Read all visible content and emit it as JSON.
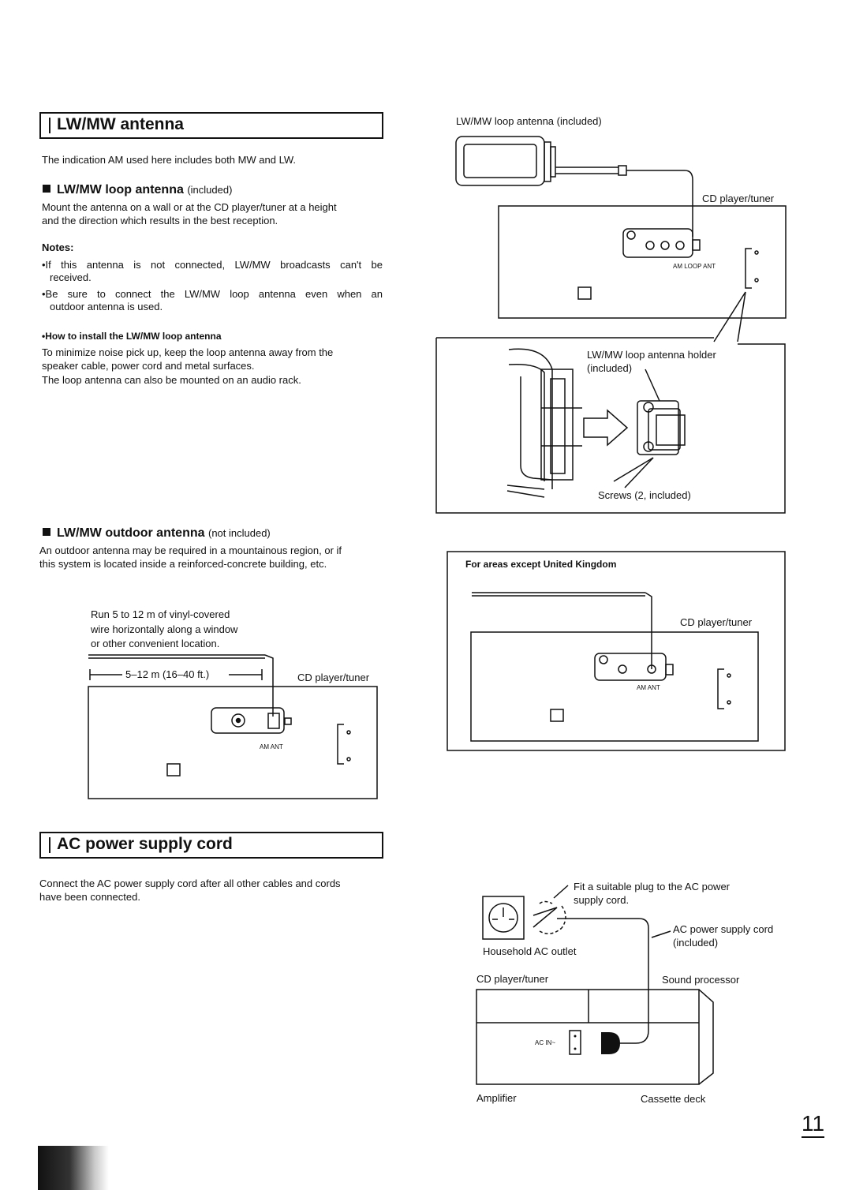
{
  "lw_mw_antenna": {
    "title": "LW/MW antenna",
    "intro": "The indication AM used here includes both MW and LW.",
    "loop": {
      "heading": "LW/MW loop antenna",
      "heading_note": "(included)",
      "text_line1": "Mount the antenna on a wall or at the CD player/tuner at a height",
      "text_line2": "and the direction which results in the best reception.",
      "notes_title": "Notes:",
      "note1_line1": "•If this antenna is not connected, LW/MW broadcasts can't be",
      "note1_line2": "received.",
      "note2_line1": "•Be sure to connect the LW/MW loop antenna even when an",
      "note2_line2": "outdoor antenna is used.",
      "install_title": "•How to install the LW/MW loop antenna",
      "install_line1": "To minimize noise pick up, keep the loop antenna away from the",
      "install_line2": "speaker cable, power cord and metal surfaces.",
      "install_line3": "The loop antenna can also be mounted on an audio rack."
    },
    "outdoor": {
      "heading": "LW/MW outdoor antenna",
      "heading_note": "(not included)",
      "text_line1": "An outdoor antenna may be required in a mountainous region, or if",
      "text_line2": "this system is located inside a reinforced-concrete building, etc.",
      "run_line1": "Run 5 to 12 m of vinyl-covered",
      "run_line2": "wire horizontally along a window",
      "run_line3": "or other convenient location.",
      "length": "5–12 m (16–40 ft.)",
      "device": "CD player/tuner",
      "port": "AM ANT"
    }
  },
  "loop_diagram": {
    "title": "LW/MW loop antenna (included)",
    "device": "CD player/tuner",
    "port": "AM LOOP ANT",
    "holder_line1": "LW/MW loop antenna holder",
    "holder_line2": "(included)",
    "screws": "Screws (2, included)"
  },
  "except_uk": {
    "title": "For areas except United Kingdom",
    "device": "CD player/tuner",
    "port": "AM ANT"
  },
  "ac_power": {
    "title": "AC power supply cord",
    "text_line1": "Connect the AC power supply cord after all other cables and cords",
    "text_line2": "have been connected.",
    "plug_line1": "Fit a suitable plug to the AC power",
    "plug_line2": "supply cord.",
    "cord_line1": "AC power supply cord",
    "cord_line2": "(included)",
    "outlet": "Household AC outlet",
    "cd": "CD player/tuner",
    "sound": "Sound processor",
    "ac_in": "AC IN~",
    "amplifier": "Amplifier",
    "cassette": "Cassette deck"
  },
  "page_number": "11"
}
